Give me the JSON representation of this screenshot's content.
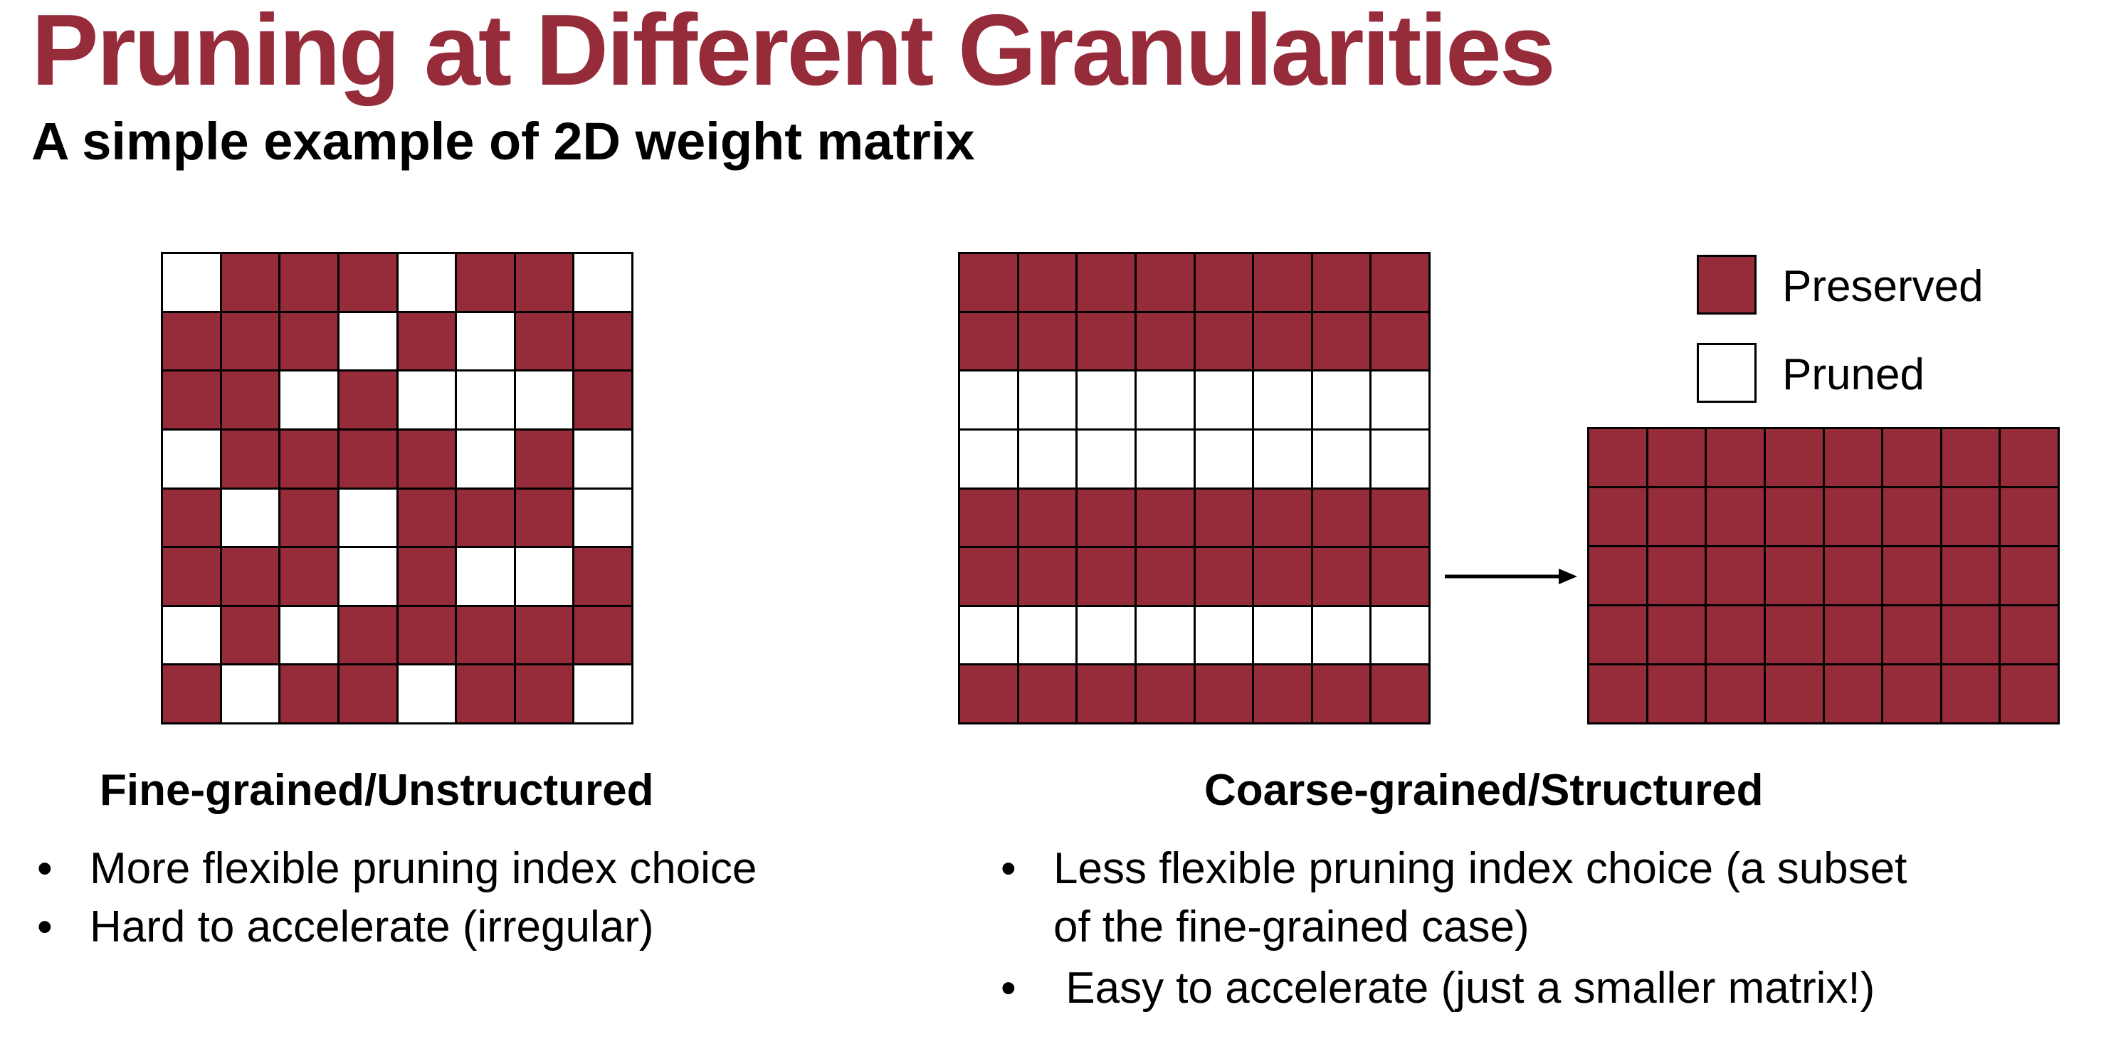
{
  "slide": {
    "title": "Pruning at Different Granularities",
    "subtitle": "A simple example of 2D weight matrix"
  },
  "colors": {
    "preserved": "#962b3a",
    "pruned": "#ffffff",
    "title": "#962b3a"
  },
  "legend": {
    "preserved_label": "Preserved",
    "pruned_label": "Pruned"
  },
  "fine_grained": {
    "caption": "Fine-grained/Unstructured",
    "matrix": [
      [
        0,
        1,
        1,
        1,
        0,
        1,
        1,
        0
      ],
      [
        1,
        1,
        1,
        0,
        1,
        0,
        1,
        1
      ],
      [
        1,
        1,
        0,
        1,
        0,
        0,
        0,
        1
      ],
      [
        0,
        1,
        1,
        1,
        1,
        0,
        1,
        0
      ],
      [
        1,
        0,
        1,
        0,
        1,
        1,
        1,
        0
      ],
      [
        1,
        1,
        1,
        0,
        1,
        0,
        0,
        1
      ],
      [
        0,
        1,
        0,
        1,
        1,
        1,
        1,
        1
      ],
      [
        1,
        0,
        1,
        1,
        0,
        1,
        1,
        0
      ]
    ],
    "bullets": [
      "More flexible pruning index choice",
      "Hard to accelerate (irregular)"
    ]
  },
  "coarse_grained": {
    "caption": "Coarse-grained/Structured",
    "matrix": [
      [
        1,
        1,
        1,
        1,
        1,
        1,
        1,
        1
      ],
      [
        1,
        1,
        1,
        1,
        1,
        1,
        1,
        1
      ],
      [
        0,
        0,
        0,
        0,
        0,
        0,
        0,
        0
      ],
      [
        0,
        0,
        0,
        0,
        0,
        0,
        0,
        0
      ],
      [
        1,
        1,
        1,
        1,
        1,
        1,
        1,
        1
      ],
      [
        1,
        1,
        1,
        1,
        1,
        1,
        1,
        1
      ],
      [
        0,
        0,
        0,
        0,
        0,
        0,
        0,
        0
      ],
      [
        1,
        1,
        1,
        1,
        1,
        1,
        1,
        1
      ]
    ],
    "result_matrix": [
      [
        1,
        1,
        1,
        1,
        1,
        1,
        1,
        1
      ],
      [
        1,
        1,
        1,
        1,
        1,
        1,
        1,
        1
      ],
      [
        1,
        1,
        1,
        1,
        1,
        1,
        1,
        1
      ],
      [
        1,
        1,
        1,
        1,
        1,
        1,
        1,
        1
      ],
      [
        1,
        1,
        1,
        1,
        1,
        1,
        1,
        1
      ]
    ],
    "bullets": [
      "Less flexible pruning index choice (a subset\nof the fine-grained case)",
      " Easy to accelerate (just a smaller matrix!)"
    ]
  }
}
